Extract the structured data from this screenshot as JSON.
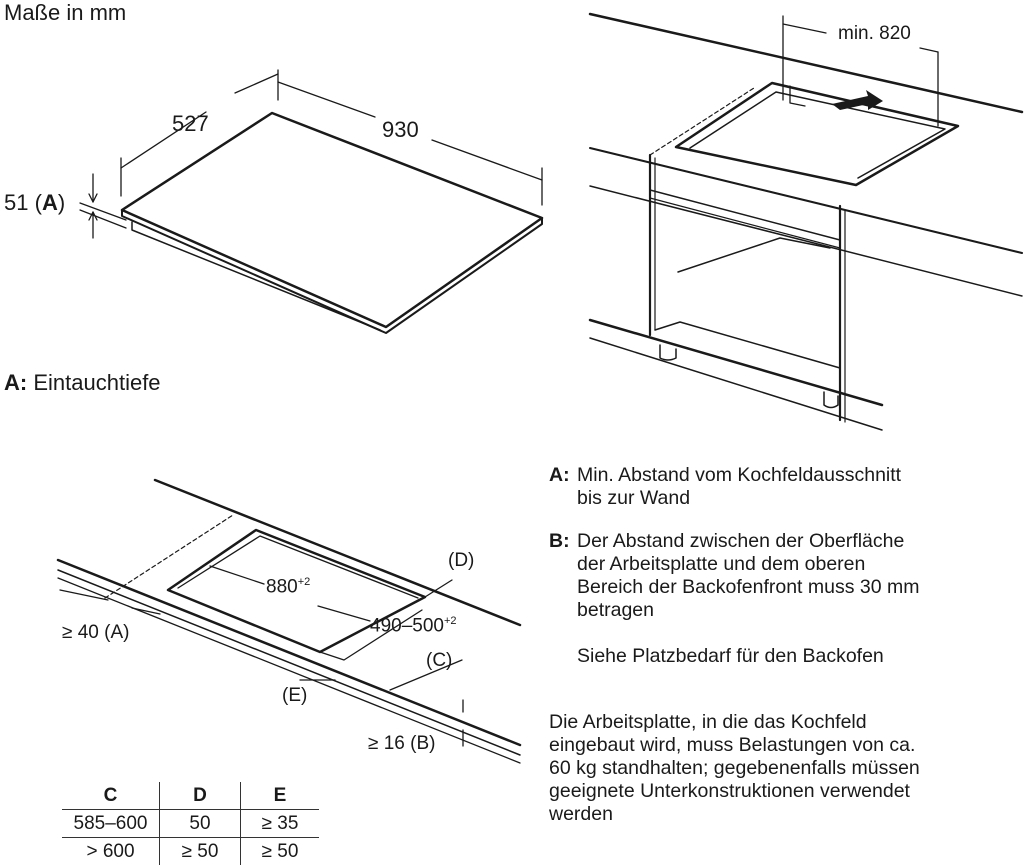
{
  "header": {
    "units": "Maße in mm"
  },
  "hob": {
    "depth": "527",
    "width": "930",
    "height": "51",
    "height_ref": "A",
    "legend_key": "A:",
    "legend_text": "Eintauchtiefe"
  },
  "cabinet": {
    "min_label": "min. 820"
  },
  "cutout": {
    "width": "880",
    "width_tol": "+2",
    "depth": "490–500",
    "depth_tol": "+2",
    "d_label": "(D)",
    "c_label": "(C)",
    "e_label": "(E)",
    "a_label": "≥ 40 (A)",
    "b_label": "≥ 16 (B)"
  },
  "notes": [
    {
      "key": "A:",
      "text": "Min. Abstand vom Kochfeldausschnitt\nbis zur Wand"
    },
    {
      "key": "B:",
      "text": "Der Abstand zwischen der Oberfläche\nder Arbeitsplatte und dem oberen\nBereich der Backofenfront muss 30 mm\nbetragen"
    },
    {
      "key": "",
      "text": "Siehe Platzbedarf für den Backofen"
    }
  ],
  "load_note": "Die Arbeitsplatte, in die das Kochfeld\neingebaut wird, muss Belastungen von ca.\n60 kg standhalten; gegebenenfalls müssen\ngeeignete Unterkonstruktionen verwendet\nwerden",
  "table": {
    "headers": [
      "C",
      "D",
      "E"
    ],
    "rows": [
      [
        "585–600",
        "50",
        "≥ 35"
      ],
      [
        "> 600",
        "≥ 50",
        "≥ 50"
      ]
    ]
  }
}
